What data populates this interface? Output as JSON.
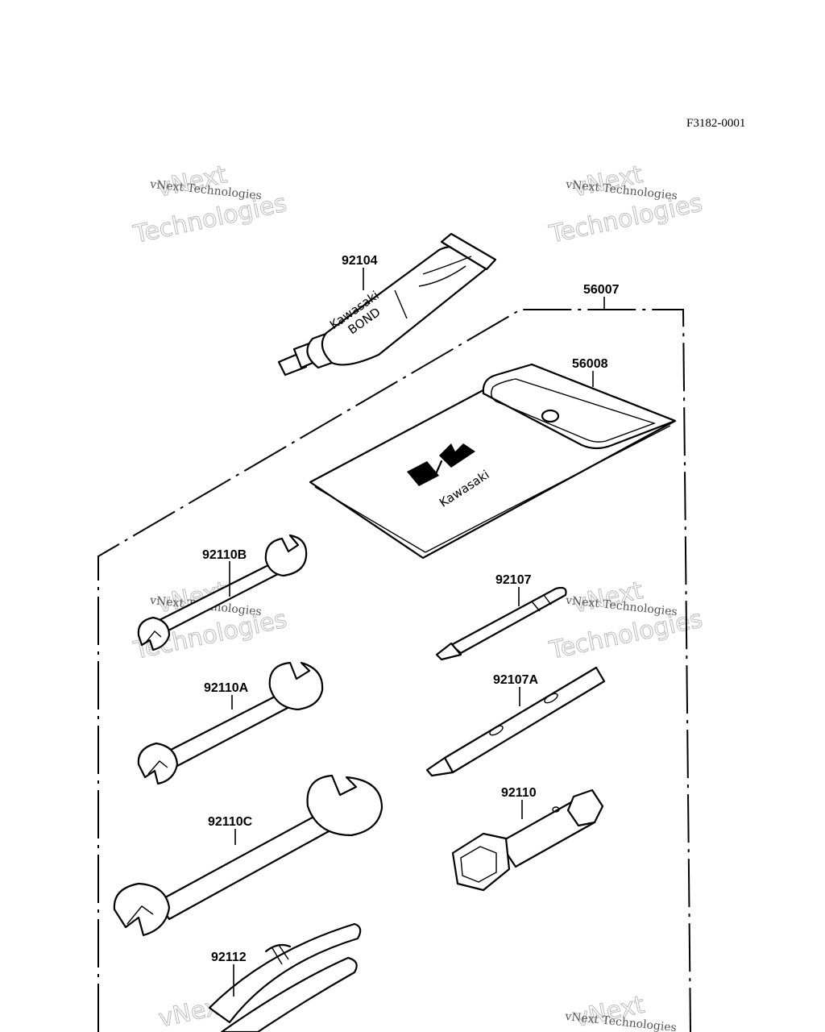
{
  "reference_code": "F3182-0001",
  "watermark": {
    "small": "vNext Technologies",
    "big_top": "vNext",
    "big_bottom": "Technologies"
  },
  "parts": [
    {
      "id": "92104"
    },
    {
      "id": "56007"
    },
    {
      "id": "56008"
    },
    {
      "id": "92110B"
    },
    {
      "id": "92107"
    },
    {
      "id": "92110A"
    },
    {
      "id": "92107A"
    },
    {
      "id": "92110C"
    },
    {
      "id": "92110"
    },
    {
      "id": "92112"
    }
  ],
  "tube_brand": {
    "line1": "Kawasaki",
    "line2": "BOND"
  },
  "pouch_brand": "Kawasaki"
}
